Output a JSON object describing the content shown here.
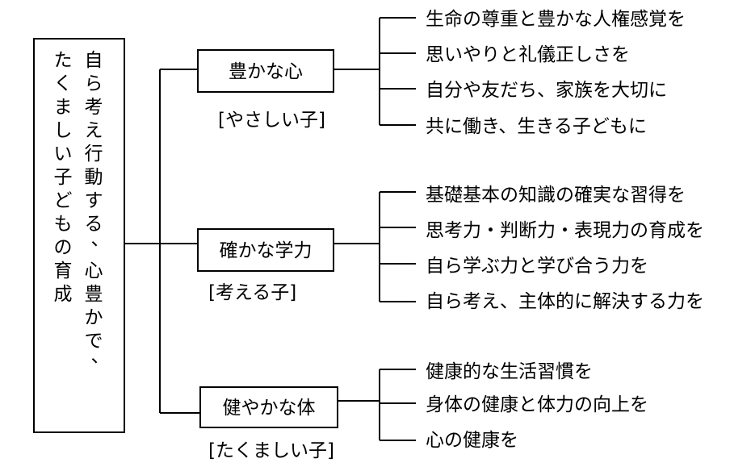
{
  "root": {
    "lines": [
      "自ら考え行動する、心豊かで、",
      "たくましい子どもの育成"
    ]
  },
  "branches": [
    {
      "label": "豊かな心",
      "sublabel": "[やさしい子]",
      "items": [
        "生命の尊重と豊かな人権感覚を",
        "思いやりと礼儀正しさを",
        "自分や友だち、家族を大切に",
        "共に働き、生きる子どもに"
      ]
    },
    {
      "label": "確かな学力",
      "sublabel": "[考える子]",
      "items": [
        "基礎基本の知識の確実な習得を",
        "思考力・判断力・表現力の育成を",
        "自ら学ぶ力と学び合う力を",
        "自ら考え、主体的に解決する力を"
      ]
    },
    {
      "label": "健やかな体",
      "sublabel": "[たくましい子]",
      "items": [
        "健康的な生活習慣を",
        "身体の健康と体力の向上を",
        "心の健康を"
      ]
    }
  ]
}
